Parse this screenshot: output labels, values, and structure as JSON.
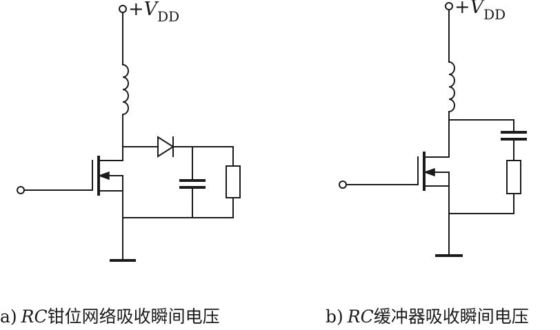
{
  "circuit_a": {
    "supply_plus": "+",
    "supply_v": "V",
    "supply_sub": "DD",
    "caption_prefix": "a)",
    "caption_rc": "RC",
    "caption_text": "钳位网络吸收瞬间电压"
  },
  "circuit_b": {
    "supply_plus": "+",
    "supply_v": "V",
    "supply_sub": "DD",
    "caption_prefix": "b)",
    "caption_rc": "RC",
    "caption_text": "缓冲器吸收瞬间电压"
  },
  "colors": {
    "ink": "#1a1a1a",
    "background": "#ffffff"
  }
}
